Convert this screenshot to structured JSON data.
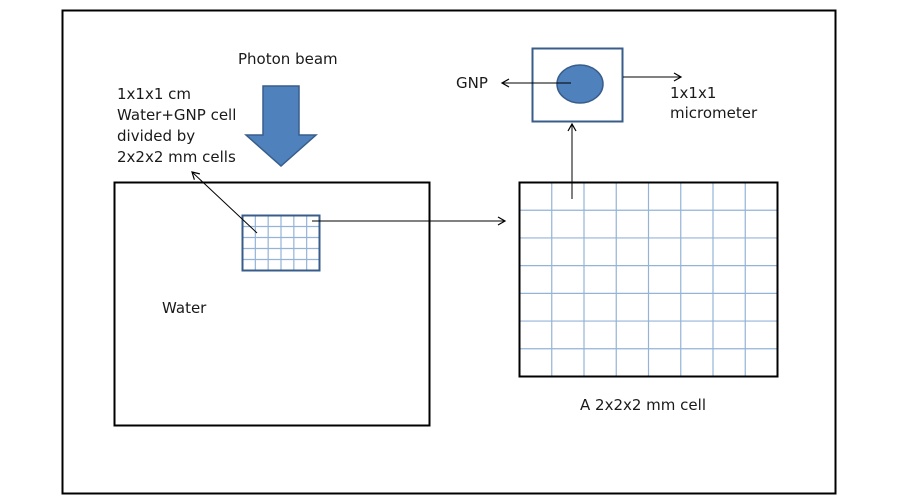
{
  "diagram": {
    "labels": {
      "photon_beam": "Photon beam",
      "cell_desc": [
        "1x1x1 cm",
        "Water+GNP cell",
        "divided by",
        "2x2x2 mm cells"
      ],
      "water": "Water",
      "gnp": "GNP",
      "micrometer": [
        "1x1x1",
        "micrometer"
      ],
      "mm_cell": "A 2x2x2 mm cell"
    },
    "small_grid": {
      "columns": 6,
      "rows": 5
    },
    "large_grid": {
      "columns": 8,
      "rows": 7
    },
    "colors": {
      "beam_fill": "#4f81bd",
      "beam_stroke": "#385d8a",
      "grid_line": "#95b3d7",
      "grid_border": "#385d8a",
      "gnp_fill": "#4f81bd",
      "gnp_stroke": "#385d8a",
      "frame": "#000000",
      "arrow": "#000000"
    }
  }
}
